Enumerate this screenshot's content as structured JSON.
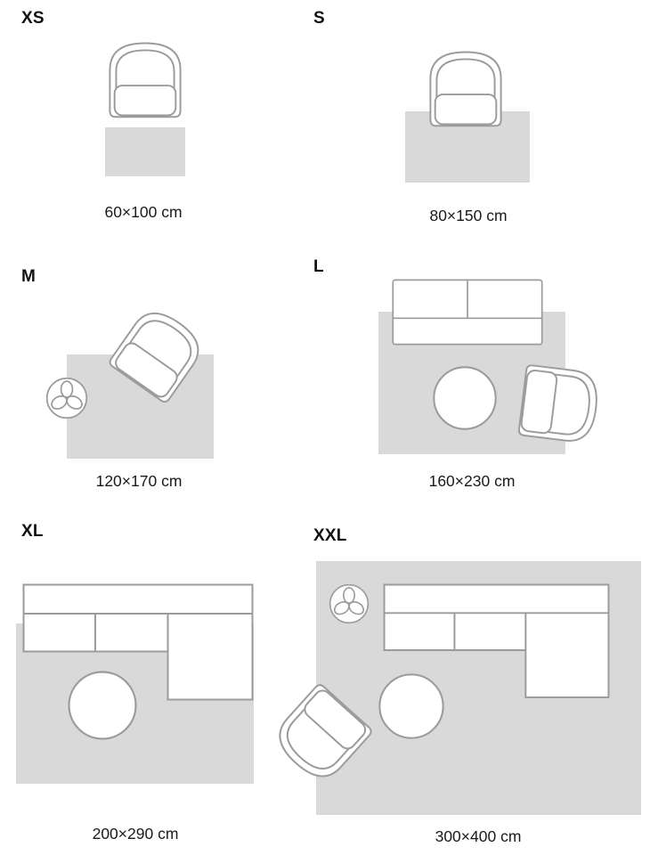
{
  "guide": {
    "sizes": [
      {
        "id": "xs",
        "label": "XS",
        "dimensions": "60×100 cm"
      },
      {
        "id": "s",
        "label": "S",
        "dimensions": "80×150 cm"
      },
      {
        "id": "m",
        "label": "M",
        "dimensions": "120×170 cm"
      },
      {
        "id": "l",
        "label": "L",
        "dimensions": "160×230 cm"
      },
      {
        "id": "xl",
        "label": "XL",
        "dimensions": "200×290 cm"
      },
      {
        "id": "xxl",
        "label": "XXL",
        "dimensions": "300×400 cm"
      }
    ]
  },
  "icons": [
    "armchair-icon",
    "sofa-icon",
    "sectional-sofa-icon",
    "coffee-table-icon",
    "plant-icon",
    "rug"
  ],
  "colors": {
    "background": "#ffffff",
    "rug_fill": "#d9d9d9",
    "furniture_fill": "#ffffff",
    "furniture_stroke": "#9b9b9b",
    "text": "#111111"
  }
}
